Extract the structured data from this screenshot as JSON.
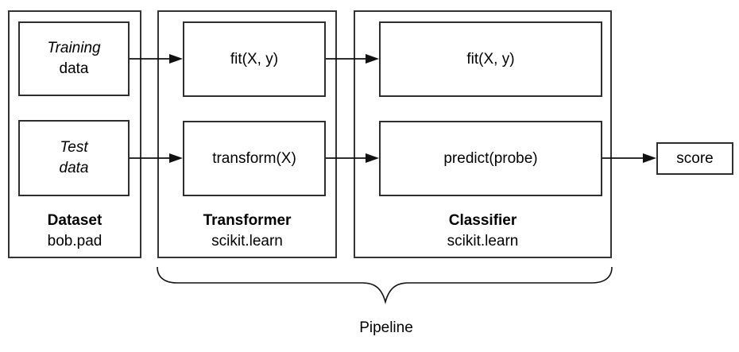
{
  "diagram": {
    "dataset": {
      "title": "Dataset",
      "subtitle": "bob.pad",
      "training_box": {
        "line1": "Training",
        "line2": "data"
      },
      "test_box": {
        "line1": "Test",
        "line2": "data"
      }
    },
    "transformer": {
      "title": "Transformer",
      "subtitle": "scikit.learn",
      "fit_box": "fit(X, y)",
      "transform_box": "transform(X)"
    },
    "classifier": {
      "title": "Classifier",
      "subtitle": "scikit.learn",
      "fit_box": "fit(X, y)",
      "predict_box": "predict(probe)"
    },
    "score_box": "score",
    "pipeline_label": "Pipeline"
  },
  "colors": {
    "background": "#ffffff",
    "border": "#2e2e2e",
    "arrow": "#111111",
    "text": "#000000"
  }
}
